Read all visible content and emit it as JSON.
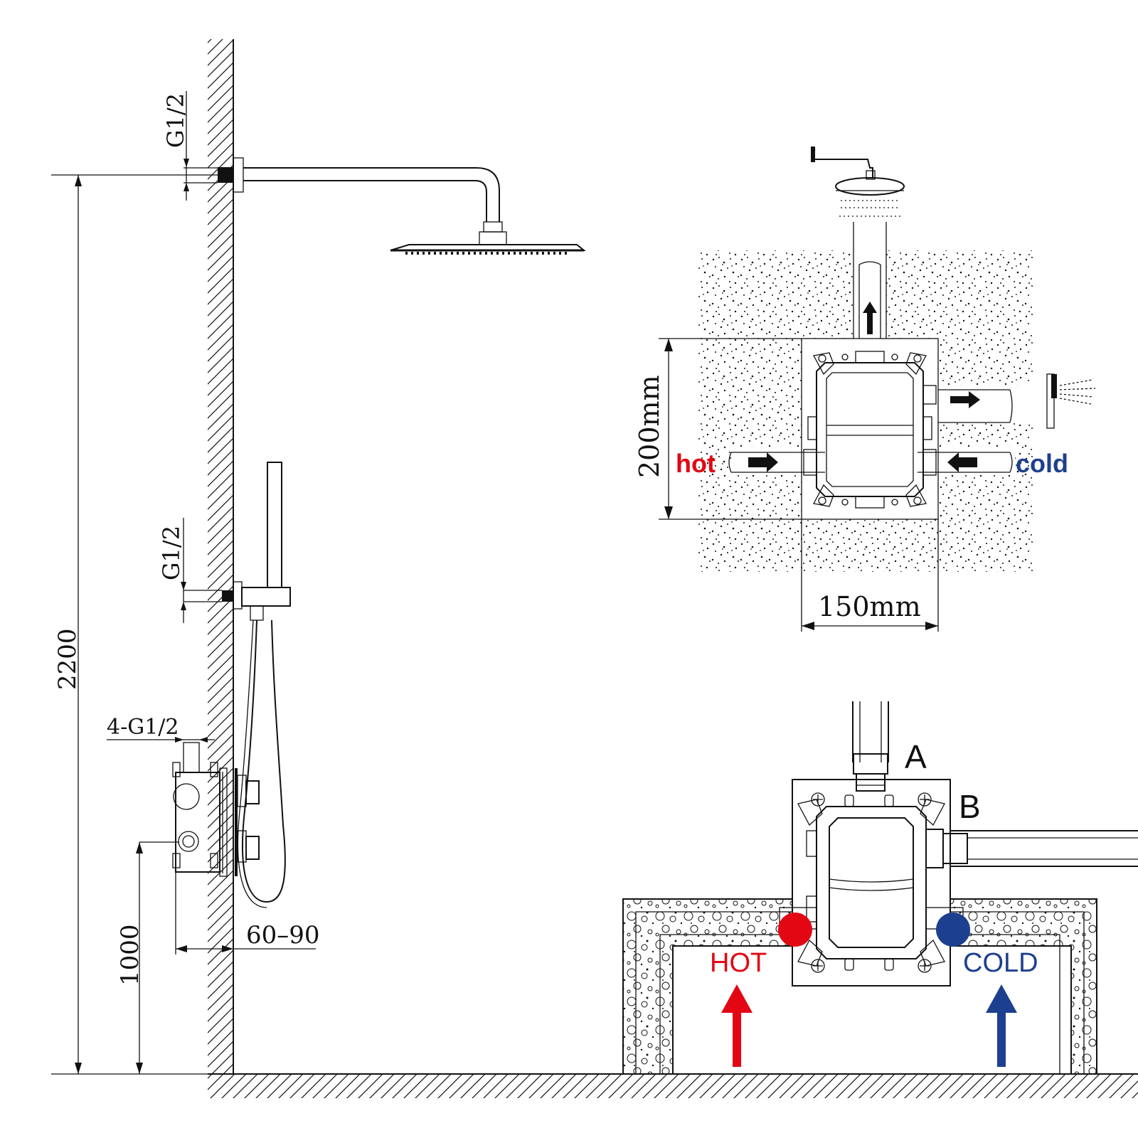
{
  "elevation": {
    "thread_top": "G1/2",
    "thread_mid": "G1/2",
    "thread_valve": "4-G1/2",
    "height_total": "2200",
    "height_valve": "1000",
    "depth_range": "60–90"
  },
  "plan": {
    "width_label": "150mm",
    "height_label": "200mm",
    "hot_label": "hot",
    "cold_label": "cold"
  },
  "install": {
    "port_a": "A",
    "port_b": "B",
    "hot_label": "HOT",
    "cold_label": "COLD"
  },
  "colors": {
    "hot": "#e30613",
    "cold": "#1d3f8f",
    "line": "#111111"
  }
}
